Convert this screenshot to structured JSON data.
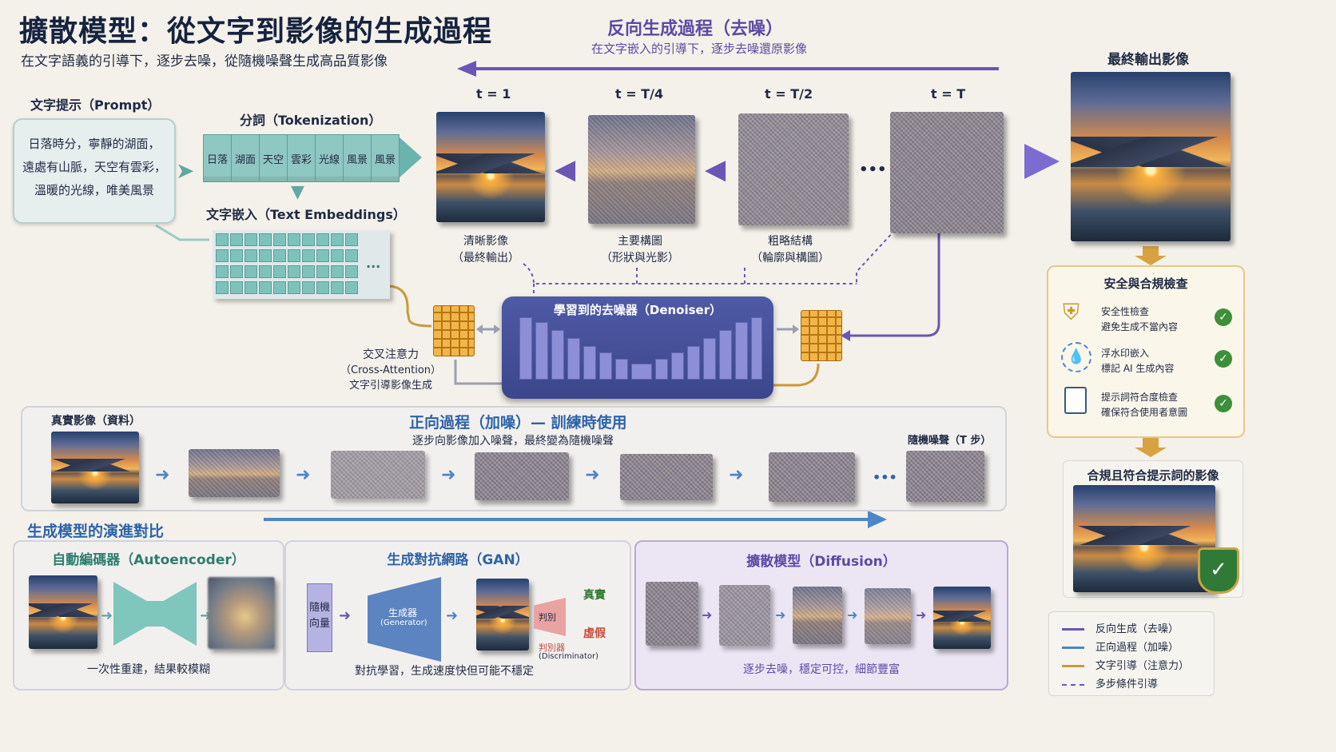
{
  "header": {
    "title": "擴散模型：從文字到影像的生成過程",
    "subtitle": "在文字語義的引導下，逐步去噪，從隨機噪聲生成高品質影像"
  },
  "reverse": {
    "title": "反向生成過程（去噪）",
    "subtitle": "在文字嵌入的引導下，逐步去噪還原影像",
    "timesteps": [
      "t = 1",
      "t = T/4",
      "t = T/2",
      "t = T"
    ],
    "ellipsis": "•••",
    "captions": [
      {
        "line1": "清晰影像",
        "line2": "（最終輸出）"
      },
      {
        "line1": "主要構圖",
        "line2": "（形狀與光影）"
      },
      {
        "line1": "粗略結構",
        "line2": "（輪廓與構圖）"
      }
    ]
  },
  "prompt": {
    "label": "文字提示（Prompt）",
    "lines": [
      "日落時分，寧靜的湖面，",
      "遠處有山脈，天空有雲彩，",
      "溫暖的光線，唯美風景"
    ]
  },
  "tokenization": {
    "label": "分詞（Tokenization）",
    "tokens": [
      "日落",
      "湖面",
      "天空",
      "雲彩",
      "光線",
      "風景",
      "風景"
    ]
  },
  "embeddings": {
    "label": "文字嵌入（Text Embeddings）",
    "ellipsis": "..."
  },
  "denoiser": {
    "title": "學習到的去噪器（Denoiser）"
  },
  "cross_attention": {
    "title": "交叉注意力",
    "english": "（Cross-Attention）",
    "desc": "文字引導影像生成"
  },
  "final_output": {
    "label": "最終輸出影像"
  },
  "safety": {
    "title": "安全與合規檢查",
    "items": [
      {
        "title": "安全性檢查",
        "desc": "避免生成不當內容",
        "icon": "shield-icon"
      },
      {
        "title": "浮水印嵌入",
        "desc": "標記 AI 生成內容",
        "icon": "watermark-icon"
      },
      {
        "title": "提示詞符合度檢查",
        "desc": "確保符合使用者意圖",
        "icon": "document-check-icon"
      }
    ],
    "check": "✓",
    "compliant_label": "合規且符合提示詞的影像"
  },
  "forward": {
    "real_label": "真實影像（資料）",
    "title": "正向過程（加噪）— 訓練時使用",
    "subtitle": "逐步向影像加入噪聲，最終變為隨機噪聲",
    "noise_label": "隨機噪聲（T 步）",
    "ellipsis": "•••"
  },
  "comparison": {
    "title": "生成模型的演進對比",
    "autoencoder": {
      "title": "自動編碼器（Autoencoder）",
      "caption": "一次性重建，結果較模糊"
    },
    "gan": {
      "title": "生成對抗網路（GAN）",
      "noise_vector": [
        "隨機",
        "向量"
      ],
      "generator": "生成器",
      "generator_en": "(Generator)",
      "judge": "判別",
      "discriminator": "判別器",
      "discriminator_en": "(Discriminator)",
      "real": "真實",
      "fake": "虛假",
      "caption": "對抗學習，生成速度快但可能不穩定"
    },
    "diffusion": {
      "title": "擴散模型（Diffusion）",
      "caption": "逐步去噪，穩定可控，細節豐富"
    }
  },
  "legend": {
    "items": [
      {
        "label": "反向生成（去噪）",
        "color": "#6b55b5"
      },
      {
        "label": "正向過程（加噪）",
        "color": "#4b86c8"
      },
      {
        "label": "文字引導（注意力）",
        "color": "#c99a3c"
      },
      {
        "label": "多步條件引導",
        "color": "#6b55b5"
      }
    ]
  },
  "colors": {
    "reverse": "#6b55b5",
    "forward": "#4b86c8",
    "guidance": "#c99a3c",
    "ok": "#3d8f3a"
  }
}
